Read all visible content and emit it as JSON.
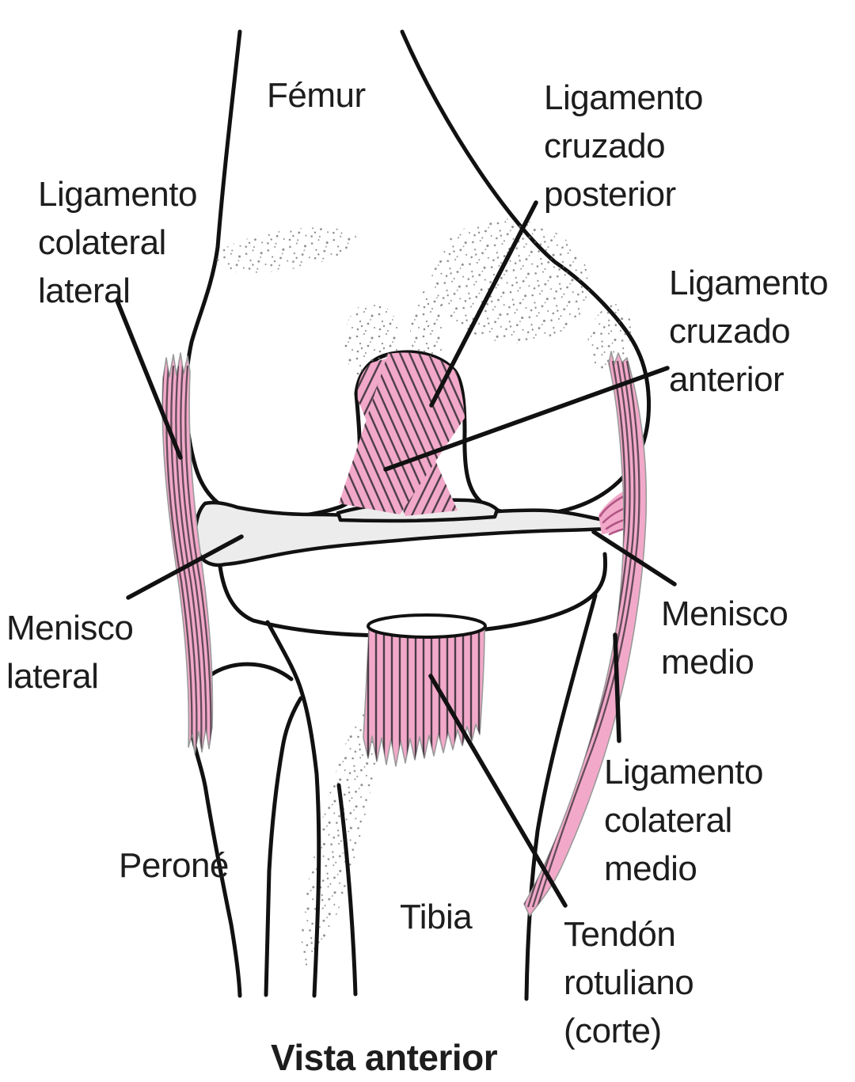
{
  "figure": {
    "title": "Vista anterior",
    "labels": {
      "femur": "Fémur",
      "ligamento_cruzado_posterior": [
        "Ligamento",
        "cruzado",
        "posterior"
      ],
      "ligamento_colateral_lateral": [
        "Ligamento",
        "colateral",
        "lateral"
      ],
      "ligamento_cruzado_anterior": [
        "Ligamento",
        "cruzado",
        "anterior"
      ],
      "menisco_lateral": [
        "Menisco",
        "lateral"
      ],
      "menisco_medio": [
        "Menisco",
        "medio"
      ],
      "ligamento_colateral_medio": [
        "Ligamento",
        "colateral",
        "medio"
      ],
      "perone": "Peroné",
      "tibia": "Tibia",
      "tendon_rotuliano": [
        "Tendón",
        "rotuliano",
        "(corte)"
      ]
    }
  },
  "colors": {
    "ligament_pink": "#f2a9c9",
    "fiber_stripe": "#4a3b45",
    "bone_gray": "#ececec",
    "outline_black": "#111111",
    "text_color": "#1d1d1d",
    "background": "#ffffff"
  }
}
